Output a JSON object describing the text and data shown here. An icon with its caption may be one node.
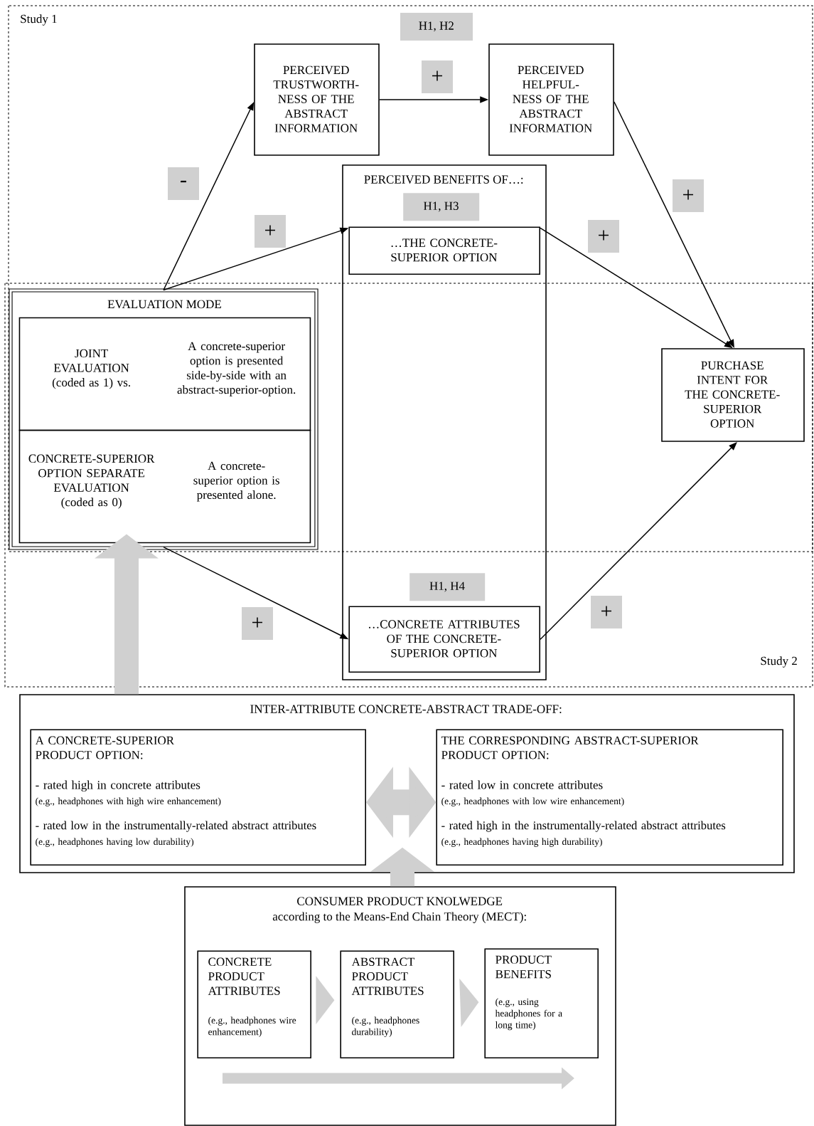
{
  "diagram": {
    "nodes": [
      {
        "text": [
          "H1, H2"
        ]
      },
      {
        "text": [
          "PERCEIVED TRUSTWORTH-NESS OF THE ABSTRACT INFORMATION"
        ]
      },
      {
        "text": [
          "PERCEIVED HELPFUL-NESS OF THE ABSTRACT INFORMATION"
        ]
      },
      {
        "text": [
          "PERCEIVED BENEFITS OF…:"
        ]
      },
      {
        "text": [
          "H1, H3"
        ],
        "in": 3
      },
      {
        "text": [
          "…THE CONCRETE-SUPERIOR OPTION"
        ],
        "in": 3
      },
      {
        "text": [
          "EVALUATION MODE"
        ]
      },
      {
        "text": [
          "JOINT EVALUATION (coded as 1) vs.",
          "A concrete-superior option is presented side-by-side with an abstract-superior-option."
        ],
        "in": 6
      },
      {
        "text": [
          "CONCRETE-SUPERIOR OPTION SEPARATE EVALUATION (coded as 0)",
          "A concrete-superior option is presented alone."
        ],
        "in": 6
      },
      {
        "text": [
          "PURCHASE INTENT FOR THE CONCRETE-SUPERIOR OPTION"
        ]
      },
      {
        "text": [
          "H1, H4"
        ],
        "in": 3
      },
      {
        "text": [
          "…CONCRETE ATTRIBUTES OF THE CONCRETE-SUPERIOR OPTION"
        ],
        "in": 3
      },
      {
        "text": [
          "INTER-ATTRIBUTE CONCRETE-ABSTRACT TRADE-OFF:"
        ]
      },
      {
        "text": [
          "A CONCRETE-SUPERIOR PRODUCT OPTION:",
          "- rated high in concrete attributes",
          "(e.g., headphones with high wire enhancement)",
          "- rated low in the instrumentally-related abstract attributes",
          "(e.g., headphones having low durability)"
        ],
        "in": 12
      },
      {
        "text": [
          "THE CORRESPONDING ABSTRACT-SUPERIOR PRODUCT OPTION:",
          "- rated low in concrete attributes",
          "(e.g., headphones with low wire enhancement)",
          "- rated high in the instrumentally-related abstract attributes",
          "(e.g., headphones having high durability)"
        ],
        "in": 12
      },
      {
        "text": [
          "CONSUMER PRODUCT KNOLWEDGE",
          "according to the Means-End Chain Theory (MECT):"
        ]
      },
      {
        "text": [
          "CONCRETE PRODUCT ATTRIBUTES",
          "(e.g., headphones wire enhancement)"
        ],
        "in": 15
      },
      {
        "text": [
          "ABSTRACT PRODUCT ATTRIBUTES",
          "(e.g., headphones durability)"
        ],
        "in": 15
      },
      {
        "text": [
          "PRODUCT BENEFITS",
          "(e.g., using headphones for a long time)"
        ],
        "in": 15
      }
    ],
    "edges": [
      {
        "from": 6,
        "to": 1,
        "arrow": "to",
        "label": "-"
      },
      {
        "from": 6,
        "to": 5,
        "arrow": "to",
        "label": "+"
      },
      {
        "from": 1,
        "to": 2,
        "arrow": "to",
        "label": "+"
      },
      {
        "from": 2,
        "to": 9,
        "arrow": "to",
        "label": "+"
      },
      {
        "from": 5,
        "to": 9,
        "arrow": "to",
        "label": "+"
      },
      {
        "from": 6,
        "to": 11,
        "arrow": "to",
        "label": "+"
      },
      {
        "from": 11,
        "to": 9,
        "arrow": "to",
        "label": "+"
      },
      {
        "from": 13,
        "to": 14,
        "arrow": "both",
        "style": "thick",
        "color": "#d0d0d0"
      },
      {
        "from": 15,
        "to": 12,
        "arrow": "to",
        "style": "thick",
        "color": "#d0d0d0"
      },
      {
        "from": 12,
        "to": 6,
        "arrow": "to",
        "style": "thick",
        "color": "#d0d0d0"
      },
      {
        "from": 16,
        "to": 17,
        "arrow": "to",
        "style": "thick",
        "color": "#d0d0d0"
      },
      {
        "from": 17,
        "to": 18,
        "arrow": "to",
        "style": "thick",
        "color": "#d0d0d0"
      }
    ],
    "labels": [
      "Study 1",
      "Study 2"
    ]
  }
}
